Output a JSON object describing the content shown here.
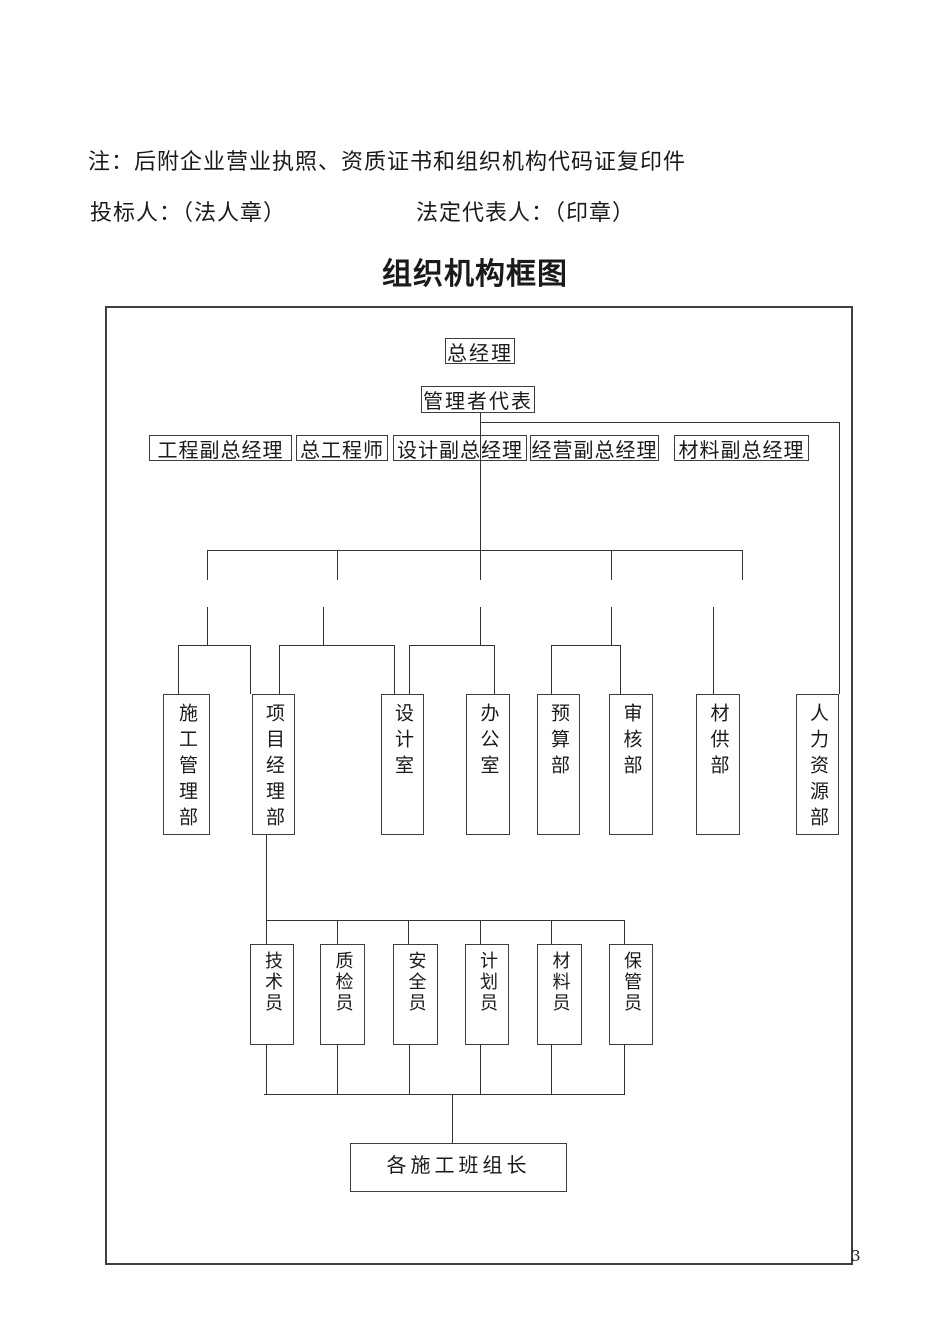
{
  "page": {
    "note": "注：后附企业营业执照、资质证书和组织机构代码证复印件",
    "bidder": "投标人：（法人章）",
    "legal_rep": "法定代表人：（印章）",
    "title": "组织机构框图",
    "page_number": "3"
  },
  "chart": {
    "type": "org-chart",
    "colors": {
      "line": "#333333",
      "box_border": "#3d3d3d",
      "text": "#1a1a1a",
      "background": "#ffffff"
    },
    "nodes": {
      "general_manager": "总经理",
      "management_rep": "管理者代表",
      "deputies": [
        "工程副总经理",
        "总工程师",
        "设计副总经理",
        "经营副总经理",
        "材料副总经理"
      ],
      "departments": [
        "施工管理部",
        "项目经理部",
        "设计室",
        "办公室",
        "预算部",
        "审核部",
        "材供部",
        "人力资源部"
      ],
      "staff": [
        "技术员",
        "质检员",
        "安全员",
        "计划员",
        "材料员",
        "保管员"
      ],
      "crew_leader": "各施工班组长"
    }
  }
}
